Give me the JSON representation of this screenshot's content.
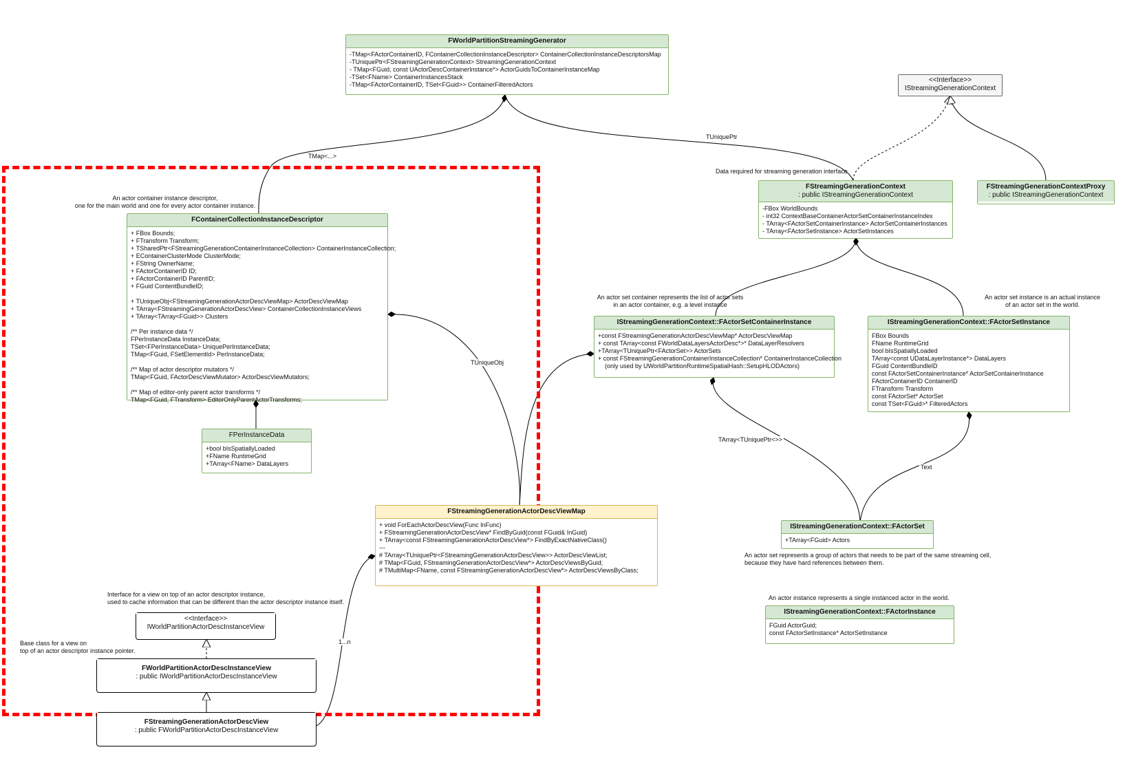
{
  "diagram": {
    "classes": {
      "generator": {
        "title": "FWorldPartitionStreamingGenerator",
        "body": "-TMap<FActorContainerID, FContainerCollectionInstanceDescriptor> ContainerCollectionInstanceDescriptorsMap\n-TUniquePtr<FStreamingGenerationContext> StreamingGenerationContext\n- TMap<FGuid, const UActorDescContainerInstance*> ActorGuidsToContainerInstanceMap\n-TSet<FName> ContainerInstancesStack\n-TMap<FActorContainerID, TSet<FGuid>> ContainerFilteredActors"
      },
      "context_interface": {
        "stereotype": "<<Interface>>",
        "title": "IStreamingGenerationContext"
      },
      "context": {
        "title": "FStreamingGenerationContext",
        "subtitle": ": public IStreamingGenerationContext",
        "body": "-FBox WorldBounds\n- int32 ContextBaseContainerActorSetContainerInstanceIndex\n- TArray<FActorSetContainerInstance> ActorSetContainerInstances\n- TArray<FActorSetInstance> ActorSetInstances"
      },
      "context_proxy": {
        "title": "FStreamingGenerationContextProxy",
        "subtitle": ": public IStreamingGenerationContext"
      },
      "descriptor": {
        "title": "FContainerCollectionInstanceDescriptor",
        "body": "+ FBox Bounds;\n+ FTransform Transform;\n+ TSharedPtr<FStreamingGenerationContainerInstanceCollection> ContainerInstanceCollection;\n+ EContainerClusterMode ClusterMode;\n+ FString OwnerName;\n+ FActorContainerID ID;\n+ FActorContainerID ParentID;\n+ FGuid ContentBundleID;\n\n+ TUniqueObj<FStreamingGenerationActorDescViewMap> ActorDescViewMap\n+ TArray<FStreamingGenerationActorDescView> ContainerCollectionInstanceViews\n+ TArray<TArray<FGuid>> Clusters\n\n/** Per instance data */\nFPerInstanceData InstanceData;\nTSet<FPerInstanceData> UniquePerInstanceData;\nTMap<FGuid, FSetElementId> PerInstanceData;\n\n/** Map of actor descriptor mutators */\nTMap<FGuid, FActorDescViewMutator> ActorDescViewMutators;\n\n/** Map of editor-only parent actor transforms */\nTMap<FGuid, FTransform> EditorOnlyParentActorTransforms;"
      },
      "per_instance": {
        "title": "FPerInstanceData",
        "body": "+bool bIsSpatiallyLoaded\n+FName RuntimeGrid\n+TArray<FName> DataLayers"
      },
      "actor_set_container": {
        "title": "IStreamingGenerationContext::FActorSetContainerInstance",
        "body": "+const FStreamingGenerationActorDescViewMap* ActorDescViewMap\n+ const TArray<const FWorldDataLayersActorDesc*>* DataLayerResolvers\n+TArray<TUniquePtr<FActorSet>> ActorSets\n+ const FStreamingGenerationContainerInstanceCollection* ContainerInstanceCollection\n    (only used by UWorldPartitionRuntimeSpatialHash::SetupHLODActors)"
      },
      "actor_set_instance": {
        "title": "IStreamingGenerationContext::FActorSetInstance",
        "body": "FBox Bounds\nFName RuntimeGrid\nbool bIsSpatiallyLoaded\nTArray<const UDataLayerInstance*> DataLayers\nFGuid ContentBundleID\nconst FActorSetContainerInstance* ActorSetContainerInstance\nFActorContainerID ContainerID\nFTransform Transform\nconst FActorSet* ActorSet\nconst TSet<FGuid>* FilteredActors"
      },
      "view_map": {
        "title": "FStreamingGenerationActorDescViewMap",
        "body": "+ void ForEachActorDescView(Func InFunc)\n+ FStreamingGenerationActorDescView* FindByGuid(const FGuid& InGuid)\n+ TArray<const FStreamingGenerationActorDescView*> FindByExactNativeClass()\n---\n# TArray<TUniquePtr<FStreamingGenerationActorDescView>> ActorDescViewList;\n# TMap<FGuid, FStreamingGenerationActorDescView*> ActorDescViewsByGuid;\n# TMultiMap<FName, const FStreamingGenerationActorDescView*> ActorDescViewsByClass;"
      },
      "actor_set": {
        "title": "IStreamingGenerationContext::FActorSet",
        "body": "+TArray<FGuid> Actors"
      },
      "actor_instance": {
        "title": "IStreamingGenerationContext::FActorInstance",
        "body": "FGuid ActorGuid;\nconst FActorSetInstance* ActorSetInstance"
      },
      "view_interface": {
        "stereotype": "<<Interface>>",
        "title": "IWorldPartitionActorDescInstanceView"
      },
      "wp_view": {
        "title": "FWorldPartitionActorDescInstanceView",
        "subtitle": ": public IWorldPartitionActorDescInstanceView"
      },
      "sg_view": {
        "title": "FStreamingGenerationActorDescView",
        "subtitle": ": public FWorldPartitionActorDescInstanceView"
      }
    },
    "notes": {
      "descriptor_note": "An actor container instance descriptor,\none for the main world and one for every actor container instance.",
      "context_note": "Data required for streaming generation interface",
      "asc_note": "An actor set container represents the list of actor sets\nin an actor container, e.g. a level instance",
      "asi_note": "An actor set instance is an actual instance\nof an actor set in the world.",
      "actor_set_note": "An actor set represents a group of actors that needs to be part of the same streaming cell,\nbecause they have hard references between them.",
      "actor_instance_note": "An actor instance represents a single instanced actor in the world.",
      "view_interface_note": "Interface for a view on top of an actor descriptor instance,\nused to cache information that can be different than the actor descriptor instance itself.",
      "base_class_note": "Base class for a view on\ntop of an actor descriptor instance pointer."
    },
    "edge_labels": {
      "tmap": "TMap<...>",
      "tuniqueptr": "TUniquePtr",
      "tuniqueobj": "TUniqueObj",
      "tarray_tuniqueptr": "TArray<TUniquePtr<>>",
      "text": "Text",
      "one_to_n": "1...n"
    },
    "colors": {
      "class_fill": "#d5e8d4",
      "class_stroke": "#82b366",
      "map_fill": "#fff2cc",
      "map_stroke": "#d6b656",
      "highlight": "#ff0000"
    }
  }
}
